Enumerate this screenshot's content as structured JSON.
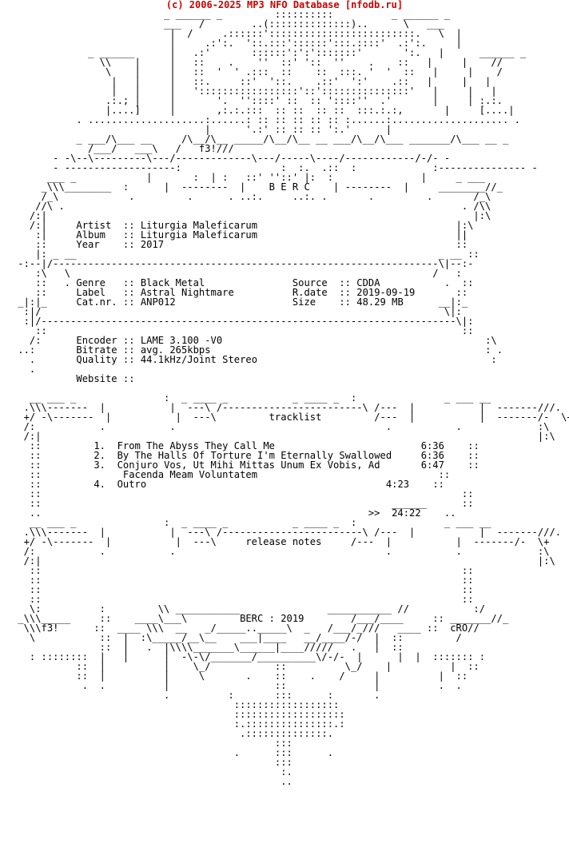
{
  "header": {
    "text": "(c) 2006-2025 MP3 NFO Database [nfodb.ru]",
    "color": "#cc0000"
  },
  "release": {
    "artist": "Liturgia Maleficarum",
    "album": "Liturgia Maleficarum",
    "year": "2017",
    "genre": "Black Metal",
    "label": "Astral Nightmare",
    "catnr": "ANP012",
    "source": "CDDA",
    "rdate": "2019-09-19",
    "size": "48.29 MB",
    "encoder": "LAME 3.100 -V0",
    "bitrate": "avg. 265kbps",
    "quality": "44.1kHz/Joint Stereo",
    "website": ""
  },
  "tracks": [
    {
      "num": "1.",
      "title": "From The Abyss They Call Me",
      "time": "6:36"
    },
    {
      "num": "2.",
      "title": "By The Halls Of Torture I'm Eternally Swallowed",
      "time": "6:36"
    },
    {
      "num": "3.",
      "title": "Conjuro Vos, Ut Mihi Mittas Unum Ex Vobis, Ad",
      "time": "6:47"
    },
    {
      "num": "",
      "title": "Facenda Meam Voluntatem",
      "time": ""
    },
    {
      "num": "4.",
      "title": "Outro",
      "time": "4:23"
    }
  ],
  "total_time": "24:22",
  "labels": {
    "artist": "Artist",
    "album": "Album",
    "year": "Year",
    "genre": "Genre",
    "label": "Label",
    "catnr": "Cat.nr.",
    "source": "Source",
    "rdate": "R.date",
    "size": "Size",
    "encoder": "Encoder",
    "bitrate": "Bitrate",
    "quality": "Quality",
    "website": "Website",
    "tracklist": "tracklist",
    "release_notes": "release notes"
  },
  "art_text": {
    "top_berc": "B E R C",
    "f3_top": "f3!",
    "f3_bottom": "f3!",
    "berc_year": "BERC : 2019",
    "cro": "cRO"
  }
}
